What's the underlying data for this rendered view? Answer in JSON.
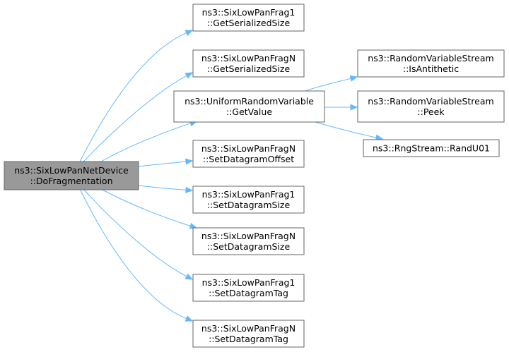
{
  "graph": {
    "nodes": [
      {
        "id": "root",
        "lines": [
          "ns3::SixLowPanNetDevice",
          "::DoFragmentation"
        ],
        "root": true
      },
      {
        "id": "frag1_size",
        "lines": [
          "ns3::SixLowPanFrag1",
          "::GetSerializedSize"
        ]
      },
      {
        "id": "fragN_size",
        "lines": [
          "ns3::SixLowPanFragN",
          "::GetSerializedSize"
        ]
      },
      {
        "id": "uniform",
        "lines": [
          "ns3::UniformRandomVariable",
          "::GetValue"
        ]
      },
      {
        "id": "fragN_offset",
        "lines": [
          "ns3::SixLowPanFragN",
          "::SetDatagramOffset"
        ]
      },
      {
        "id": "frag1_dsize",
        "lines": [
          "ns3::SixLowPanFrag1",
          "::SetDatagramSize"
        ]
      },
      {
        "id": "fragN_dsize",
        "lines": [
          "ns3::SixLowPanFragN",
          "::SetDatagramSize"
        ]
      },
      {
        "id": "frag1_tag",
        "lines": [
          "ns3::SixLowPanFrag1",
          "::SetDatagramTag"
        ]
      },
      {
        "id": "fragN_tag",
        "lines": [
          "ns3::SixLowPanFragN",
          "::SetDatagramTag"
        ]
      },
      {
        "id": "antithetic",
        "lines": [
          "ns3::RandomVariableStream",
          "::IsAntithetic"
        ]
      },
      {
        "id": "peek",
        "lines": [
          "ns3::RandomVariableStream",
          "::Peek"
        ]
      },
      {
        "id": "randu01",
        "lines": [
          "ns3::RngStream::RandU01"
        ]
      }
    ],
    "edges": [
      {
        "from": "root",
        "to": "frag1_size"
      },
      {
        "from": "root",
        "to": "fragN_size"
      },
      {
        "from": "root",
        "to": "uniform"
      },
      {
        "from": "root",
        "to": "fragN_offset"
      },
      {
        "from": "root",
        "to": "frag1_dsize"
      },
      {
        "from": "root",
        "to": "fragN_dsize"
      },
      {
        "from": "root",
        "to": "frag1_tag"
      },
      {
        "from": "root",
        "to": "fragN_tag"
      },
      {
        "from": "uniform",
        "to": "antithetic"
      },
      {
        "from": "uniform",
        "to": "peek"
      },
      {
        "from": "uniform",
        "to": "randu01"
      }
    ]
  },
  "colors": {
    "edge": "#63b8ff",
    "root_fill": "#999999",
    "node_fill": "#ffffff",
    "node_border": "#666666"
  }
}
